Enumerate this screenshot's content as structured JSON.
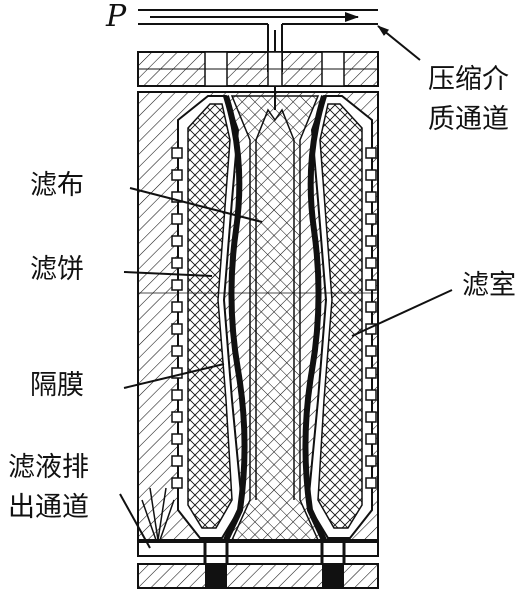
{
  "labels": {
    "pressure_symbol": "P",
    "compressed_medium_channel_line1": "压缩介",
    "compressed_medium_channel_line2": "质通道",
    "filter_cloth": "滤布",
    "filter_cake": "滤饼",
    "diaphragm": "隔膜",
    "filtrate_outlet_line1": "滤液排",
    "filtrate_outlet_line2": "出通道",
    "filter_chamber": "滤室"
  },
  "colors": {
    "line": "#111111",
    "background": "#ffffff"
  }
}
